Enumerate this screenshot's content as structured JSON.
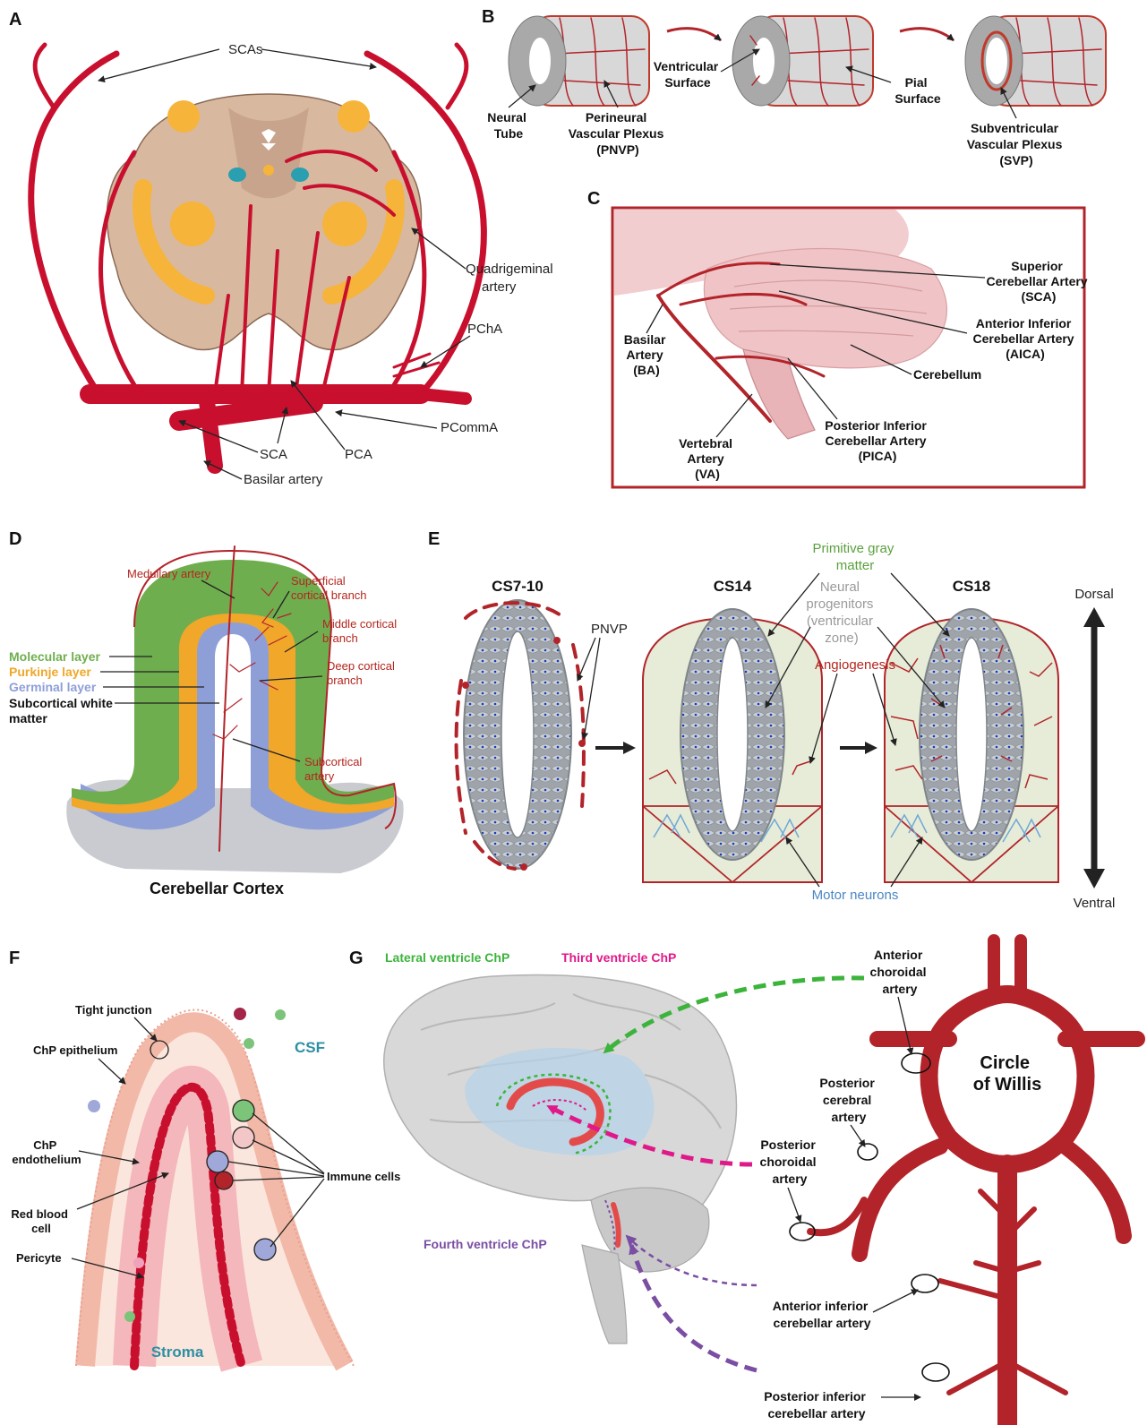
{
  "colors": {
    "artery": "#c8102e",
    "dark_artery": "#b2242a",
    "tissue": "#d9b8a0",
    "yellow_nuclei": "#f6b43a",
    "molecular_layer": "#6fae4f",
    "purkinje_layer": "#f0a72a",
    "germinal_layer": "#8e9fd8",
    "angiogenesis_text": "#b3261e",
    "primitive_gray_text": "#5aa13d",
    "progenitor_text": "#9a9a9a",
    "motor_text": "#4a86c5",
    "csf_text": "#2e8fa3",
    "lateral_green": "#3cb43c",
    "third_pink": "#e0198a",
    "fourth_purple": "#7a4ea3"
  },
  "panel_a": {
    "letter": "A",
    "scas": "SCAs",
    "quadrigeminal": [
      "Quadrigeminal",
      "artery"
    ],
    "pcha": "PChA",
    "pcomma": "PCommA",
    "sca": "SCA",
    "pca": "PCA",
    "basilar": "Basilar artery"
  },
  "panel_b": {
    "letter": "B",
    "neural_tube": [
      "Neural",
      "Tube"
    ],
    "pnvp": [
      "Perineural",
      "Vascular Plexus",
      "(PNVP)"
    ],
    "ventricular": [
      "Ventricular",
      "Surface"
    ],
    "pial": [
      "Pial",
      "Surface"
    ],
    "svp": [
      "Subventricular",
      "Vascular Plexus",
      "(SVP)"
    ]
  },
  "panel_c": {
    "letter": "C",
    "sca": [
      "Superior",
      "Cerebellar Artery",
      "(SCA)"
    ],
    "aica": [
      "Anterior Inferior",
      "Cerebellar Artery",
      "(AICA)"
    ],
    "cerebellum": "Cerebellum",
    "basilar": [
      "Basilar",
      "Artery",
      "(BA)"
    ],
    "pica": [
      "Posterior Inferior",
      "Cerebellar Artery",
      "(PICA)"
    ],
    "vertebral": [
      "Vertebral",
      "Artery",
      "(VA)"
    ]
  },
  "panel_d": {
    "letter": "D",
    "medullary": "Medullary artery",
    "superficial": [
      "Superficial",
      "cortical branch"
    ],
    "middle": [
      "Middle cortical",
      "branch"
    ],
    "deep": [
      "Deep cortical",
      "branch"
    ],
    "subcortical_artery": [
      "Subcortical",
      "artery"
    ],
    "molecular": "Molecular layer",
    "purkinje": "Purkinje layer",
    "germinal": "Germinal layer",
    "white_matter": [
      "Subcortical white",
      "matter"
    ],
    "title": "Cerebellar Cortex"
  },
  "panel_e": {
    "letter": "E",
    "stage1": "CS7-10",
    "stage2": "CS14",
    "stage3": "CS18",
    "pnvp": "PNVP",
    "primitive": [
      "Primitive gray",
      "matter"
    ],
    "progenitors": [
      "Neural",
      "progenitors",
      "(ventricular",
      "zone)"
    ],
    "angiogenesis": "Angiogenesis",
    "motor": "Motor neurons",
    "dorsal": "Dorsal",
    "ventral": "Ventral"
  },
  "panel_f": {
    "letter": "F",
    "tight": "Tight junction",
    "epithelium": "ChP epithelium",
    "csf": "CSF",
    "endothelium": [
      "ChP",
      "endothelium"
    ],
    "rbc": [
      "Red blood",
      "cell"
    ],
    "immune": "Immune cells",
    "pericyte": "Pericyte",
    "stroma": "Stroma"
  },
  "panel_g": {
    "letter": "G",
    "lateral": "Lateral ventricle ChP",
    "third": "Third ventricle ChP",
    "fourth": "Fourth ventricle ChP",
    "anterior_choroidal": [
      "Anterior",
      "choroidal",
      "artery"
    ],
    "circle": [
      "Circle",
      "of Willis"
    ],
    "posterior_cerebral": [
      "Posterior",
      "cerebral",
      "artery"
    ],
    "posterior_choroidal": [
      "Posterior",
      "choroidal",
      "artery"
    ],
    "aica": [
      "Anterior inferior",
      "cerebellar artery"
    ],
    "pica": [
      "Posterior inferior",
      "cerebellar artery"
    ]
  }
}
